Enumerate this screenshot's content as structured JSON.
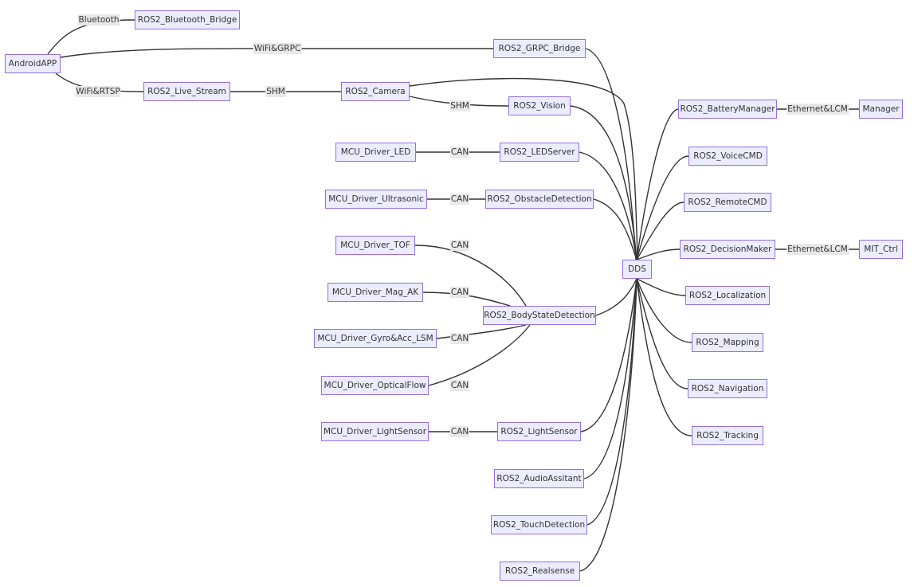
{
  "diagram": {
    "nodes": {
      "android_app": "AndroidAPP",
      "bluetooth_bridge": "ROS2_Bluetooth_Bridge",
      "grpc_bridge": "ROS2_GRPC_Bridge",
      "live_stream": "ROS2_Live_Stream",
      "camera": "ROS2_Camera",
      "vision": "ROS2_Vision",
      "mcu_led": "MCU_Driver_LED",
      "led_server": "ROS2_LEDServer",
      "mcu_ultrasonic": "MCU_Driver_Ultrasonic",
      "obstacle_detection": "ROS2_ObstacleDetection",
      "mcu_tof": "MCU_Driver_TOF",
      "mcu_mag": "MCU_Driver_Mag_AK",
      "mcu_gyro": "MCU_Driver_Gyro&Acc_LSM",
      "mcu_optical": "MCU_Driver_OpticalFlow",
      "body_state": "ROS2_BodyStateDetection",
      "mcu_light": "MCU_Driver_LightSensor",
      "light_sensor": "ROS2_LightSensor",
      "audio": "ROS2_AudioAssitant",
      "touch": "ROS2_TouchDetection",
      "realsense": "ROS2_Realsense",
      "dds": "DDS",
      "battery": "ROS2_BatteryManager",
      "manager": "Manager",
      "voice": "ROS2_VoiceCMD",
      "remote": "ROS2_RemoteCMD",
      "decision": "ROS2_DecisionMaker",
      "mit_ctrl": "MIT_Ctrl",
      "localization": "ROS2_Localization",
      "mapping": "ROS2_Mapping",
      "navigation": "ROS2_Navigation",
      "tracking": "ROS2_Tracking"
    },
    "edge_labels": {
      "bluetooth": "Bluetooth",
      "wifi_grpc": "WiFi&GRPC",
      "wifi_rtsp": "WiFi&RTSP",
      "shm_stream": "SHM",
      "shm_vision": "SHM",
      "can_led": "CAN",
      "can_ultrasonic": "CAN",
      "can_tof": "CAN",
      "can_mag": "CAN",
      "can_gyro": "CAN",
      "can_optical": "CAN",
      "can_light": "CAN",
      "eth_battery": "Ethernet&LCM",
      "eth_decision": "Ethernet&LCM"
    }
  }
}
